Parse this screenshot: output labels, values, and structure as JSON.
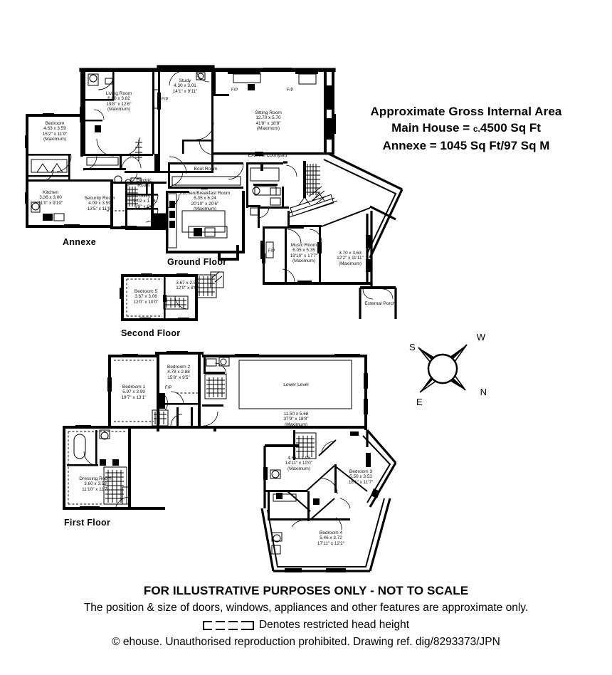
{
  "area_note": {
    "line1": "Approximate Gross Internal Area",
    "line2_a": "Main House = ",
    "line2_c": "c.",
    "line2_b": "4500 Sq Ft",
    "line3": "Annexe = 1045 Sq Ft/97 Sq M"
  },
  "floor_labels": {
    "annexe": "Annexe",
    "ground": "Ground Floor",
    "second": "Second Floor",
    "first": "First Floor"
  },
  "compass": {
    "w": "W",
    "s": "S",
    "e": "E",
    "n": "N"
  },
  "footer": {
    "line1": "FOR ILLUSTRATIVE PURPOSES ONLY - NOT TO SCALE",
    "line2": "The position & size of doors, windows, appliances and other features are approximate only.",
    "line3": "Denotes restricted head height",
    "line4": "© ehouse. Unauthorised reproduction prohibited. Drawing ref. dig/8293373/JPN"
  },
  "rooms": {
    "ground": [
      {
        "name": "Living Room",
        "metric": "6.00 x 3.82",
        "imperial": "19'8\" x 12'6\"",
        "note": "(Maximum)"
      },
      {
        "name": "Study",
        "metric": "4.30 x 3.01",
        "imperial": "14'1\" x 9'11\"",
        "note": ""
      },
      {
        "name": "Sitting Room",
        "metric": "12.70 x 5.70",
        "imperial": "41'8\" x 18'8\"",
        "note": "(Maximum)"
      },
      {
        "name": "Boot Room",
        "metric": "",
        "imperial": "",
        "note": ""
      },
      {
        "name": "External Courtyard",
        "metric": "",
        "imperial": "",
        "note": ""
      },
      {
        "name": "Kitchen/Breakfast Room",
        "metric": "6.35 x 6.24",
        "imperial": "20'10\" x 20'6\"",
        "note": "(Maximum)"
      },
      {
        "name": "Electric Room",
        "metric": "",
        "imperial": "",
        "note": ""
      },
      {
        "name": "Utility",
        "metric": "2.02 x 1.84",
        "imperial": "6'8\" x 6'0\"",
        "note": ""
      },
      {
        "name": "Music Room",
        "metric": "6.05 x 5.35",
        "imperial": "19'10\" x 17'7\"",
        "note": "(Maximum)"
      },
      {
        "name": "",
        "metric": "3.70 x 3.63",
        "imperial": "12'2\" x 11'11\"",
        "note": "(Maximum)"
      },
      {
        "name": "External Porch",
        "metric": "",
        "imperial": "",
        "note": ""
      }
    ],
    "annexe": [
      {
        "name": "Bedroom",
        "metric": "4.63 x 3.59",
        "imperial": "15'2\" x 11'9\"",
        "note": "(Maximum)"
      },
      {
        "name": "Kitchen",
        "metric": "3.36 x 3.00",
        "imperial": "11'0\" x 9'10\"",
        "note": ""
      },
      {
        "name": "Security Room",
        "metric": "4.09 x 3.59",
        "imperial": "13'5\" x 11'9\"",
        "note": ""
      }
    ],
    "second": [
      {
        "name": "Bedroom 5",
        "metric": "3.67 x 3.06",
        "imperial": "12'0\" x 10'0\"",
        "note": ""
      },
      {
        "name": "",
        "metric": "3.67 x 2.59",
        "imperial": "12'0\" x 8'6\"",
        "note": ""
      }
    ],
    "first": [
      {
        "name": "Bedroom 1",
        "metric": "5.97 x 3.99",
        "imperial": "19'7\" x 13'1\"",
        "note": ""
      },
      {
        "name": "Bedroom 2",
        "metric": "4.78 x 2.88",
        "imperial": "15'8\" x 9'5\"",
        "note": ""
      },
      {
        "name": "Lower Level",
        "metric": "11.50 x 5.68",
        "imperial": "37'9\" x 18'8\"",
        "note": "(Maximum)"
      },
      {
        "name": "Dressing Room",
        "metric": "3.60 x 3.53",
        "imperial": "11'10\" x 11'7\"",
        "note": ""
      },
      {
        "name": "",
        "metric": "4.55 x 3.05",
        "imperial": "14'11\" x 10'0\"",
        "note": "(Maximum)"
      },
      {
        "name": "Bedroom 3",
        "metric": "5.50 x 3.53",
        "imperial": "18'1\" x 11'7\"",
        "note": ""
      },
      {
        "name": "Bedroom 4",
        "metric": "5.46 x 3.72",
        "imperial": "17'11\" x 12'2\"",
        "note": ""
      }
    ]
  },
  "fireplace_labels": [
    "F/P",
    "F/P",
    "F/P",
    "F/P",
    "F/P"
  ],
  "colors": {
    "ink": "#000000",
    "paper": "#ffffff"
  }
}
